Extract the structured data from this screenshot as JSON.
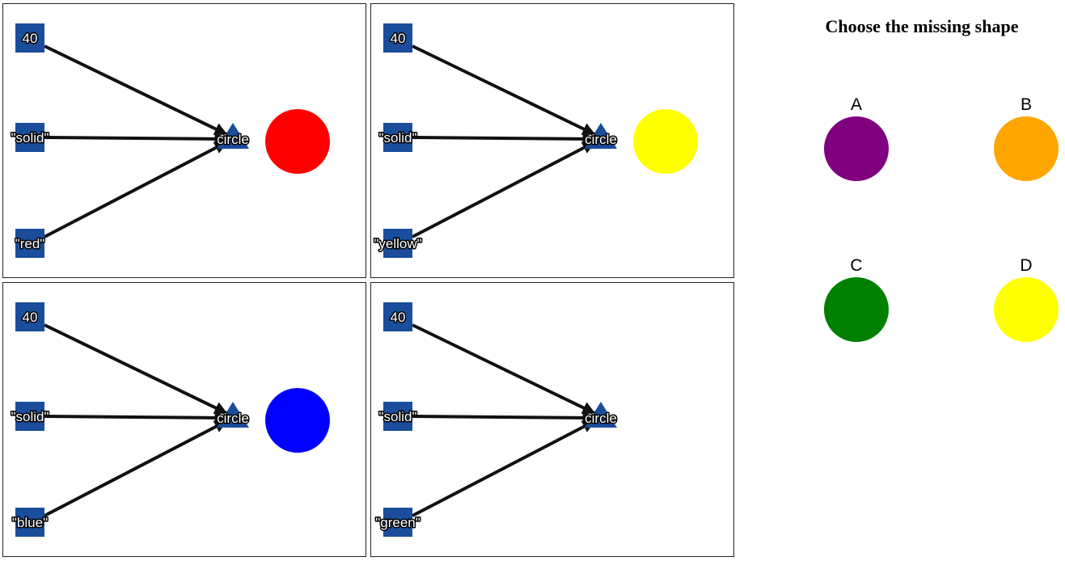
{
  "prompt": "Choose the missing shape",
  "node_color": "#1a4d9b",
  "edge_color": "#111111",
  "panels": [
    {
      "inputs": [
        "40",
        "\"solid\"",
        "\"red\""
      ],
      "output_label": "circle",
      "result_shape": "circle",
      "result_color": "#ff0000"
    },
    {
      "inputs": [
        "40",
        "\"solid\"",
        "\"yellow\""
      ],
      "output_label": "circle",
      "result_shape": "circle",
      "result_color": "#ffff00"
    },
    {
      "inputs": [
        "40",
        "\"solid\"",
        "\"blue\""
      ],
      "output_label": "circle",
      "result_shape": "circle",
      "result_color": "#0000ff"
    },
    {
      "inputs": [
        "40",
        "\"solid\"",
        "\"green\""
      ],
      "output_label": "circle",
      "result_shape": "missing",
      "result_color": ""
    }
  ],
  "choices": [
    {
      "letter": "A",
      "color": "#800080"
    },
    {
      "letter": "B",
      "color": "#ffa500"
    },
    {
      "letter": "C",
      "color": "#008000"
    },
    {
      "letter": "D",
      "color": "#ffff00"
    }
  ]
}
